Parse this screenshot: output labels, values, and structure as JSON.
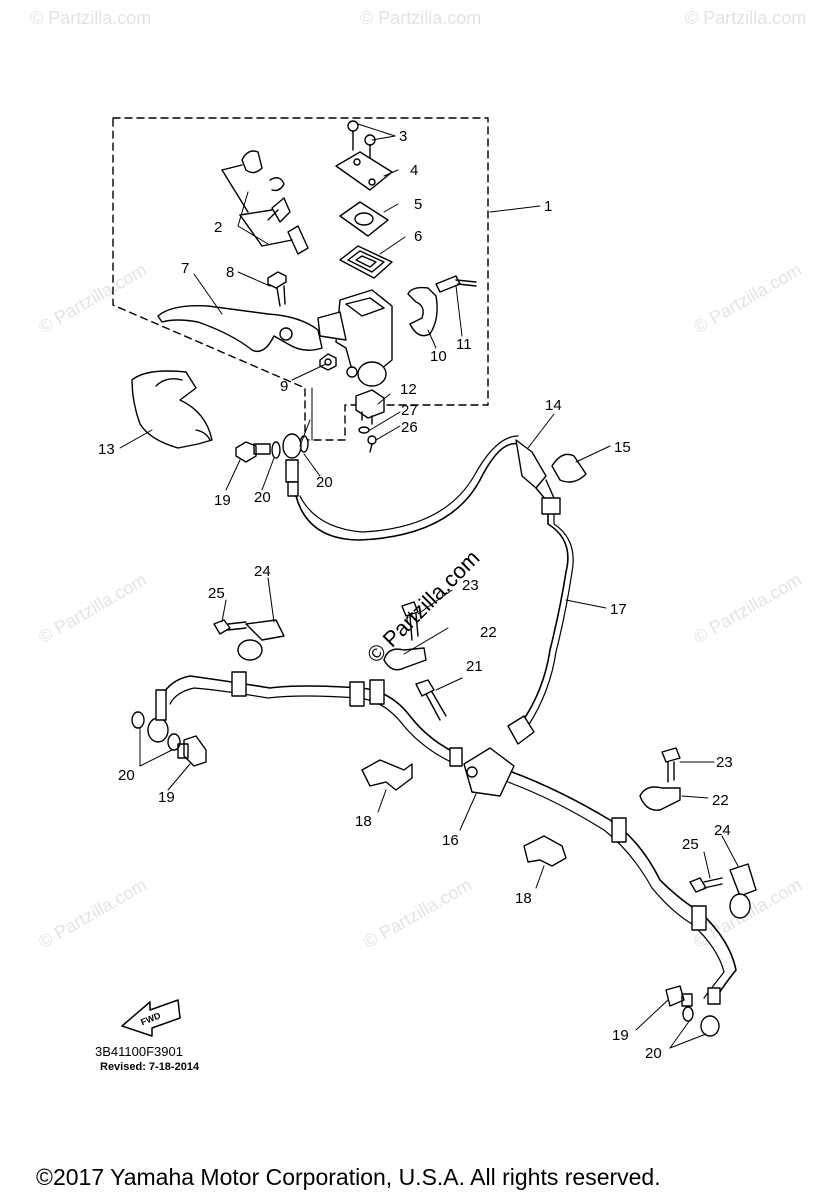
{
  "watermark": "© Partzilla.com",
  "center_watermark": "© Partzilla.com",
  "callouts": {
    "c1": "1",
    "c2": "2",
    "c3": "3",
    "c4": "4",
    "c5": "5",
    "c6": "6",
    "c7": "7",
    "c8": "8",
    "c9": "9",
    "c10": "10",
    "c11": "11",
    "c12": "12",
    "c13": "13",
    "c14": "14",
    "c15": "15",
    "c16": "16",
    "c17": "17",
    "c18": "18",
    "c19": "19",
    "c20": "20",
    "c21": "21",
    "c22": "22",
    "c23": "23",
    "c24": "24",
    "c25": "25",
    "c26": "26",
    "c27": "27"
  },
  "fwd_label": "FWD",
  "diagram_code": "3B41100F3901",
  "revised": "Revised: 7-18-2014",
  "copyright": "©2017 Yamaha Motor Corporation, U.S.A. All rights reserved."
}
